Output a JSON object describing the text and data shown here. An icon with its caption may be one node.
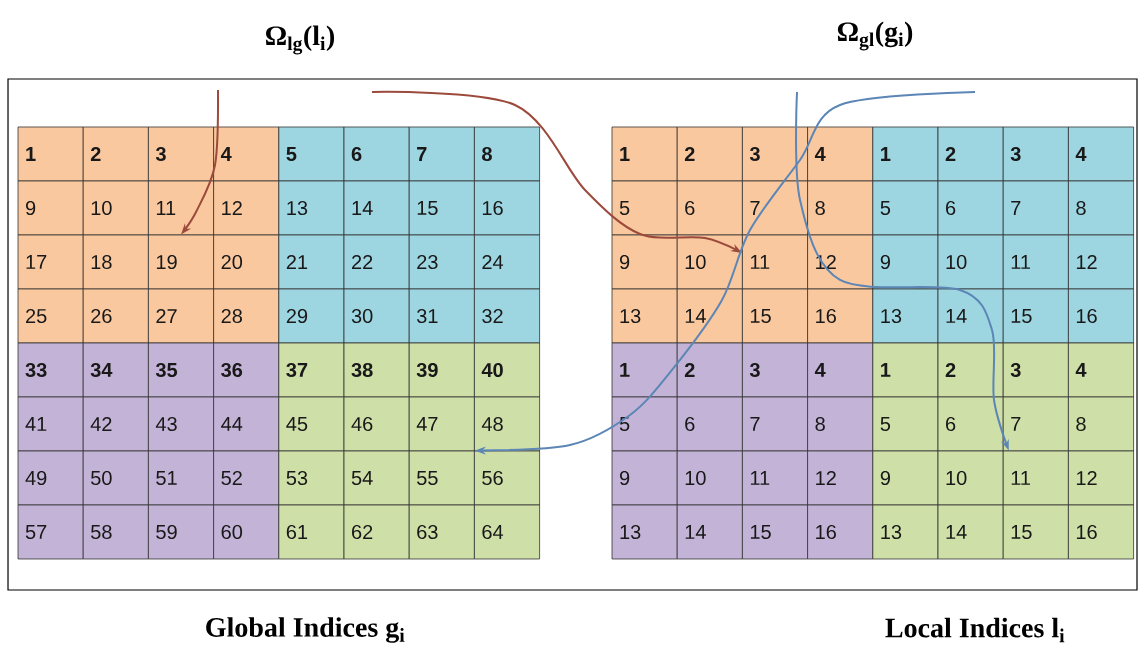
{
  "diagram": {
    "nodes": [
      {
        "text": [
          "1"
        ]
      },
      {
        "text": [
          "2"
        ]
      },
      {
        "text": [
          "3"
        ]
      },
      {
        "text": [
          "4"
        ]
      },
      {
        "text": [
          "5"
        ]
      },
      {
        "text": [
          "6"
        ]
      },
      {
        "text": [
          "7"
        ]
      },
      {
        "text": [
          "8"
        ]
      },
      {
        "text": [
          "9"
        ]
      },
      {
        "text": [
          "10"
        ]
      },
      {
        "text": [
          "11"
        ]
      },
      {
        "text": [
          "12"
        ]
      },
      {
        "text": [
          "13"
        ]
      },
      {
        "text": [
          "14"
        ]
      },
      {
        "text": [
          "15"
        ]
      },
      {
        "text": [
          "16"
        ]
      },
      {
        "text": [
          "17"
        ]
      },
      {
        "text": [
          "18"
        ]
      },
      {
        "text": [
          "19"
        ]
      },
      {
        "text": [
          "20"
        ]
      },
      {
        "text": [
          "21"
        ]
      },
      {
        "text": [
          "22"
        ]
      },
      {
        "text": [
          "23"
        ]
      },
      {
        "text": [
          "24"
        ]
      },
      {
        "text": [
          "25"
        ]
      },
      {
        "text": [
          "26"
        ]
      },
      {
        "text": [
          "27"
        ]
      },
      {
        "text": [
          "28"
        ]
      },
      {
        "text": [
          "29"
        ]
      },
      {
        "text": [
          "30"
        ]
      },
      {
        "text": [
          "31"
        ]
      },
      {
        "text": [
          "32"
        ]
      },
      {
        "text": [
          "33"
        ]
      },
      {
        "text": [
          "34"
        ]
      },
      {
        "text": [
          "35"
        ]
      },
      {
        "text": [
          "36"
        ]
      },
      {
        "text": [
          "37"
        ]
      },
      {
        "text": [
          "38"
        ]
      },
      {
        "text": [
          "39"
        ]
      },
      {
        "text": [
          "40"
        ]
      },
      {
        "text": [
          "41"
        ]
      },
      {
        "text": [
          "42"
        ]
      },
      {
        "text": [
          "43"
        ]
      },
      {
        "text": [
          "44"
        ]
      },
      {
        "text": [
          "45"
        ]
      },
      {
        "text": [
          "46"
        ]
      },
      {
        "text": [
          "47"
        ]
      },
      {
        "text": [
          "48"
        ]
      },
      {
        "text": [
          "49"
        ]
      },
      {
        "text": [
          "50"
        ]
      },
      {
        "text": [
          "51"
        ]
      },
      {
        "text": [
          "52"
        ]
      },
      {
        "text": [
          "53"
        ]
      },
      {
        "text": [
          "54"
        ]
      },
      {
        "text": [
          "55"
        ]
      },
      {
        "text": [
          "56"
        ]
      },
      {
        "text": [
          "57"
        ]
      },
      {
        "text": [
          "58"
        ]
      },
      {
        "text": [
          "59"
        ]
      },
      {
        "text": [
          "60"
        ]
      },
      {
        "text": [
          "61"
        ]
      },
      {
        "text": [
          "62"
        ]
      },
      {
        "text": [
          "63"
        ]
      },
      {
        "text": [
          "64"
        ]
      },
      {
        "text": [
          "1"
        ]
      },
      {
        "text": [
          "2"
        ]
      },
      {
        "text": [
          "3"
        ]
      },
      {
        "text": [
          "4"
        ]
      },
      {
        "text": [
          "1"
        ]
      },
      {
        "text": [
          "2"
        ]
      },
      {
        "text": [
          "3"
        ]
      },
      {
        "text": [
          "4"
        ]
      },
      {
        "text": [
          "5"
        ]
      },
      {
        "text": [
          "6"
        ]
      },
      {
        "text": [
          "7"
        ]
      },
      {
        "text": [
          "8"
        ]
      },
      {
        "text": [
          "5"
        ]
      },
      {
        "text": [
          "6"
        ]
      },
      {
        "text": [
          "7"
        ]
      },
      {
        "text": [
          "8"
        ]
      },
      {
        "text": [
          "9"
        ]
      },
      {
        "text": [
          "10"
        ]
      },
      {
        "text": [
          "11"
        ]
      },
      {
        "text": [
          "12"
        ]
      },
      {
        "text": [
          "9"
        ]
      },
      {
        "text": [
          "10"
        ]
      },
      {
        "text": [
          "11"
        ]
      },
      {
        "text": [
          "12"
        ]
      },
      {
        "text": [
          "13"
        ]
      },
      {
        "text": [
          "14"
        ]
      },
      {
        "text": [
          "15"
        ]
      },
      {
        "text": [
          "16"
        ]
      },
      {
        "text": [
          "13"
        ]
      },
      {
        "text": [
          "14"
        ]
      },
      {
        "text": [
          "15"
        ]
      },
      {
        "text": [
          "16"
        ]
      },
      {
        "text": [
          "1"
        ]
      },
      {
        "text": [
          "2"
        ]
      },
      {
        "text": [
          "3"
        ]
      },
      {
        "text": [
          "4"
        ]
      },
      {
        "text": [
          "1"
        ]
      },
      {
        "text": [
          "2"
        ]
      },
      {
        "text": [
          "3"
        ]
      },
      {
        "text": [
          "4"
        ]
      },
      {
        "text": [
          "5"
        ]
      },
      {
        "text": [
          "6"
        ]
      },
      {
        "text": [
          "7"
        ]
      },
      {
        "text": [
          "8"
        ]
      },
      {
        "text": [
          "5"
        ]
      },
      {
        "text": [
          "6"
        ]
      },
      {
        "text": [
          "7"
        ]
      },
      {
        "text": [
          "8"
        ]
      },
      {
        "text": [
          "9"
        ]
      },
      {
        "text": [
          "10"
        ]
      },
      {
        "text": [
          "11"
        ]
      },
      {
        "text": [
          "12"
        ]
      },
      {
        "text": [
          "9"
        ]
      },
      {
        "text": [
          "10"
        ]
      },
      {
        "text": [
          "11"
        ]
      },
      {
        "text": [
          "12"
        ]
      },
      {
        "text": [
          "13"
        ]
      },
      {
        "text": [
          "14"
        ]
      },
      {
        "text": [
          "15"
        ]
      },
      {
        "text": [
          "16"
        ]
      },
      {
        "text": [
          "13"
        ]
      },
      {
        "text": [
          "14"
        ]
      },
      {
        "text": [
          "15"
        ]
      },
      {
        "text": [
          "16"
        ]
      }
    ],
    "edges": [
      {
        "from": null,
        "to": 18,
        "arrow": "to",
        "color": "#9c4a3c"
      },
      {
        "from": null,
        "to": 82,
        "arrow": "to",
        "color": "#9c4a3c"
      },
      {
        "from": null,
        "to": 54,
        "arrow": "to",
        "color": "#5b86b6"
      },
      {
        "from": null,
        "to": 118,
        "arrow": "to",
        "color": "#5b86b6"
      }
    ],
    "labels": [
      "Ω$_{lg}$(l$_{i}$)",
      "Ω$_{gl}$(g$_{i}$)",
      "Global Indices g$_{i}$",
      "Local Indices l$_{i}$"
    ]
  }
}
